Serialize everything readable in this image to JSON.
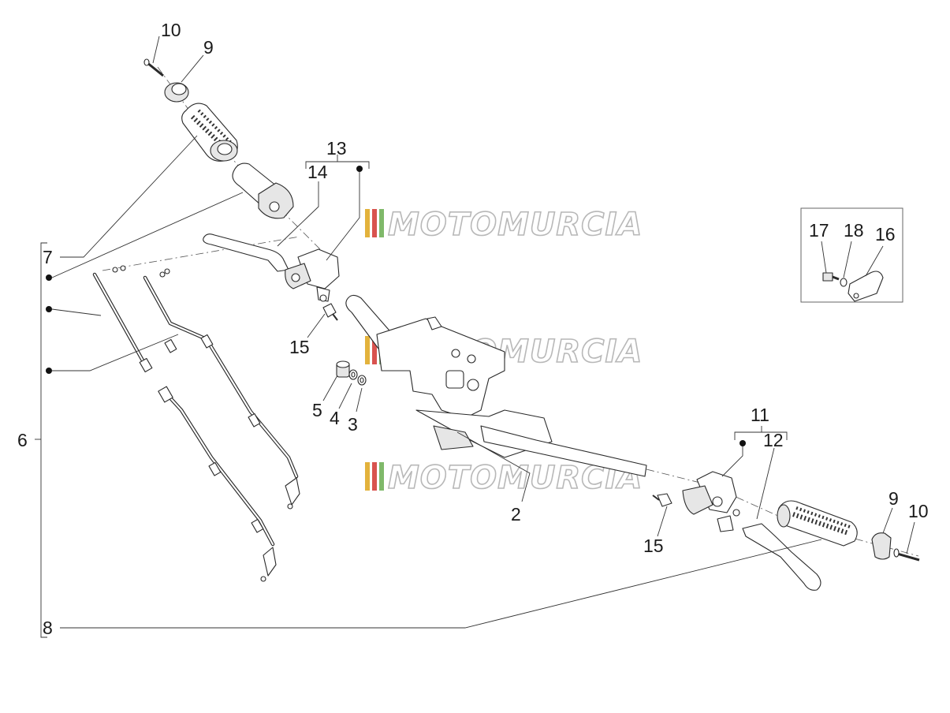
{
  "watermark": {
    "text": "MOTOMURCIA",
    "stripe_colors": [
      "#e3b23c",
      "#d9534f",
      "#7fb96a"
    ]
  },
  "callouts": {
    "c10_top": "10",
    "c9_top": "9",
    "c13": "13",
    "c14": "14",
    "c7": "7",
    "c6": "6",
    "c8": "8",
    "c15_left": "15",
    "c5": "5",
    "c4": "4",
    "c3": "3",
    "c2": "2",
    "c11": "11",
    "c12": "12",
    "c15_right": "15",
    "c9_right": "9",
    "c10_right": "10",
    "c17": "17",
    "c18": "18",
    "c16": "16"
  }
}
